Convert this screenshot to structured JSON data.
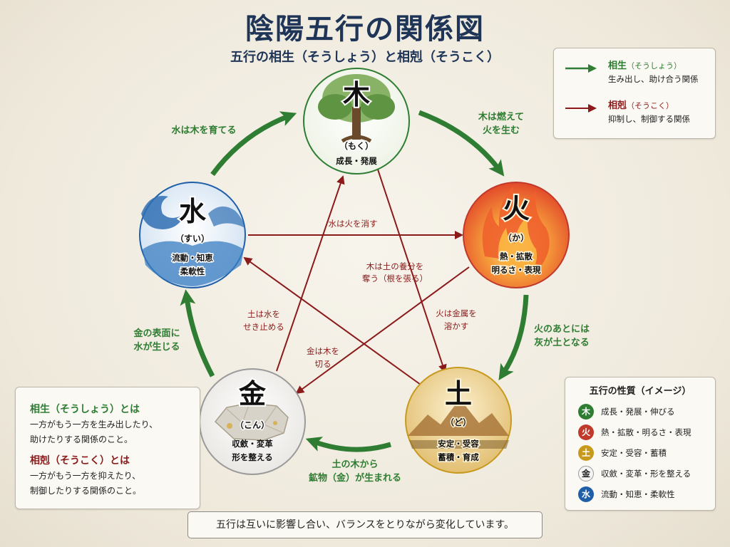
{
  "title": "陰陽五行の関係図",
  "subtitle": "五行の相生（そうしょう）と相剋（そうこく）",
  "colors": {
    "sousei": "#2e7d32",
    "sokoku": "#8b1a1a",
    "wood": "#2e7d32",
    "fire": "#c62828",
    "earth": "#c79a1e",
    "metal": "#f2f2f2",
    "water": "#1f5fa8"
  },
  "elements": [
    {
      "id": "wood",
      "kanji": "木",
      "reading": "（もく）",
      "traits": [
        "成長・発展"
      ],
      "icon": "tree-icon"
    },
    {
      "id": "fire",
      "kanji": "火",
      "reading": "（か）",
      "traits": [
        "熱・拡散",
        "明るさ・表現"
      ],
      "icon": "flame-icon"
    },
    {
      "id": "earth",
      "kanji": "土",
      "reading": "（ど）",
      "traits": [
        "安定・受容",
        "蓄積・育成"
      ],
      "icon": "mountain-icon"
    },
    {
      "id": "metal",
      "kanji": "金",
      "reading": "（こん）",
      "traits": [
        "収斂・変革",
        "形を整える"
      ],
      "icon": "ore-icon"
    },
    {
      "id": "water",
      "kanji": "水",
      "reading": "（すい）",
      "traits": [
        "流動・知恵",
        "柔軟性"
      ],
      "icon": "wave-icon"
    }
  ],
  "sousei_labels": {
    "wood_fire": [
      "木は燃えて",
      "火を生む"
    ],
    "fire_earth": [
      "火のあとには",
      "灰が土となる"
    ],
    "earth_metal": [
      "土の木から",
      "鉱物（金）が生まれる"
    ],
    "metal_water": [
      "金の表面に",
      "水が生じる"
    ],
    "water_wood": [
      "水は木を育てる"
    ]
  },
  "sokoku_labels": {
    "water_fire": [
      "水は火を消す"
    ],
    "wood_earth": [
      "木は土の養分を",
      "奪う（根を張る）"
    ],
    "fire_metal": [
      "火は金属を",
      "溶かす"
    ],
    "metal_wood": [
      "金は木を",
      "切る"
    ],
    "earth_water": [
      "土は水を",
      "せき止める"
    ]
  },
  "legend": {
    "sousei_title": "相生",
    "sousei_reading": "（そうしょう）",
    "sousei_desc": "生み出し、助け合う関係",
    "sokoku_title": "相剋",
    "sokoku_reading": "（そうこく）",
    "sokoku_desc": "抑制し、制御する関係"
  },
  "notes": {
    "sousei_heading": "相生（そうしょう）とは",
    "sousei_text": [
      "一方がもう一方を生み出したり、",
      "助けたりする関係のこと。"
    ],
    "sokoku_heading": "相剋（そうこく）とは",
    "sokoku_text": [
      "一方がもう一方を抑えたり、",
      "制御したりする関係のこと。"
    ]
  },
  "properties": {
    "heading": "五行の性質（イメージ）",
    "items": [
      {
        "symbol": "木",
        "text": "成長・発展・伸びる",
        "color": "#2e7d32"
      },
      {
        "symbol": "火",
        "text": "熱・拡散・明るさ・表現",
        "color": "#c0392b"
      },
      {
        "symbol": "土",
        "text": "安定・受容・蓄積",
        "color": "#c79a1e"
      },
      {
        "symbol": "金",
        "text": "収斂・変革・形を整える",
        "color": "#f5f5f5"
      },
      {
        "symbol": "水",
        "text": "流動・知恵・柔軟性",
        "color": "#1f5fa8"
      }
    ]
  },
  "footer": "五行は互いに影響し合い、バランスをとりながら変化しています。"
}
